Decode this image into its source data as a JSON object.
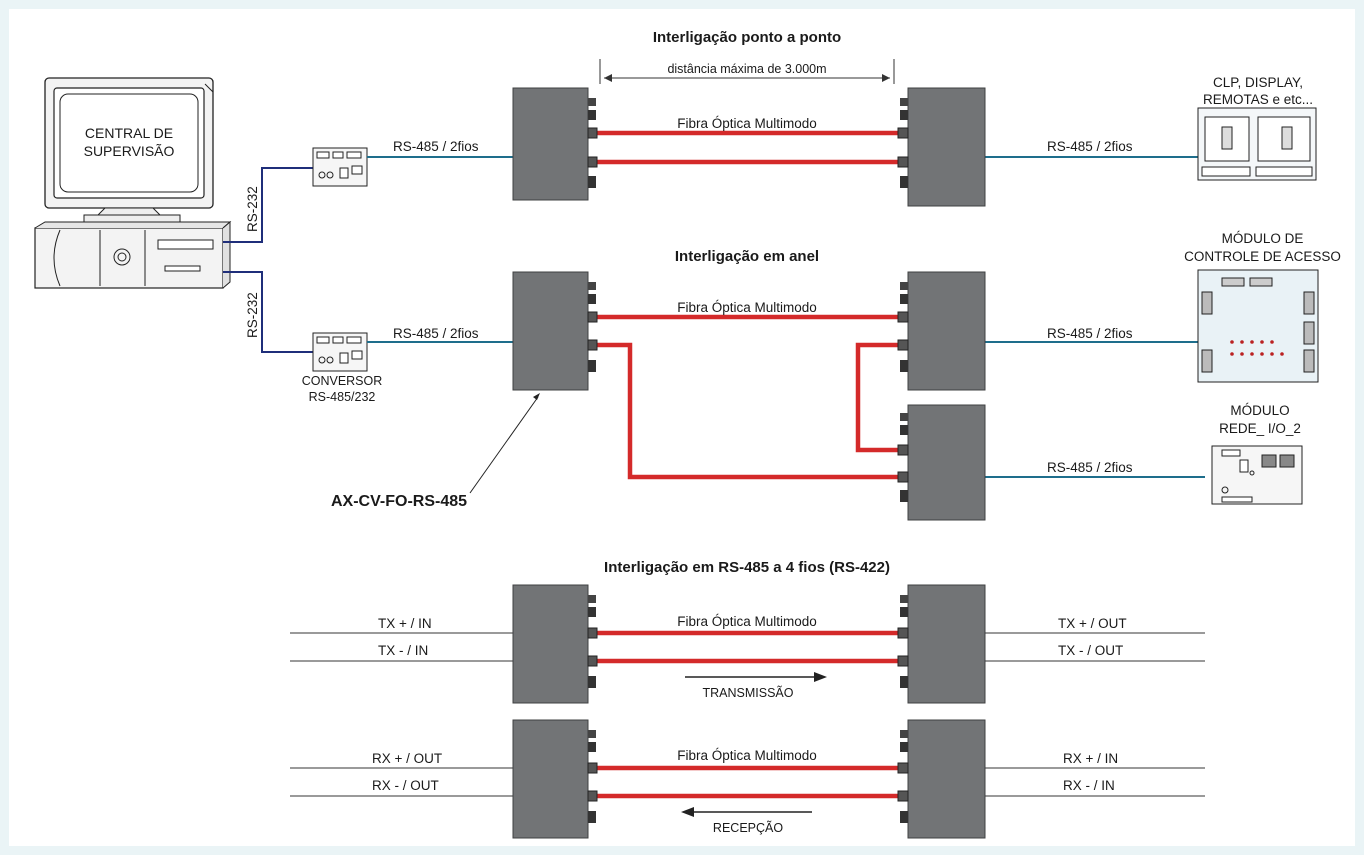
{
  "sections": {
    "ponto_a_ponto": "Interligação ponto a ponto",
    "anel": "Interligação em anel",
    "quatro_fios": "Interligação em RS-485 a 4 fios (RS-422)"
  },
  "distance_label": "distância máxima de 3.000m",
  "fiber_label": "Fibra Óptica Multimodo",
  "rs485_label": "RS-485 / 2fios",
  "rs232_label": "RS-232",
  "central": {
    "line1": "CENTRAL DE",
    "line2": "SUPERVISÃO"
  },
  "conversor": {
    "line1": "CONVERSOR",
    "line2": "RS-485/232"
  },
  "device_label": "AX-CV-FO-RS-485",
  "clp": {
    "line1": "CLP, DISPLAY,",
    "line2": "REMOTAS e etc..."
  },
  "modulo_acesso": {
    "line1": "MÓDULO DE",
    "line2": "CONTROLE DE ACESSO"
  },
  "modulo_rede": {
    "line1": "MÓDULO",
    "line2": "REDE_ I/O_2"
  },
  "tx": {
    "plus_in": "TX + / IN",
    "minus_in": "TX - / IN",
    "plus_out": "TX + / OUT",
    "minus_out": "TX - / OUT",
    "direction": "TRANSMISSÃO"
  },
  "rx": {
    "plus_out": "RX + / OUT",
    "minus_out": "RX - / OUT",
    "plus_in": "RX + / IN",
    "minus_in": "RX - / IN",
    "direction": "RECEPÇÃO"
  }
}
